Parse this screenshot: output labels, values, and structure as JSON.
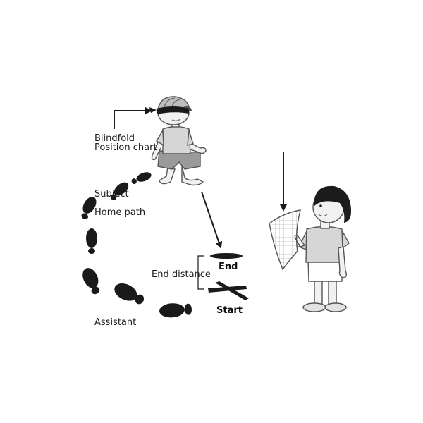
{
  "labels": {
    "blindfold": "Blindfold",
    "position_chart": "Position chart",
    "subject": "Subject",
    "home_path": "Home path",
    "end_distance": "End distance",
    "end": "End",
    "start": "Start",
    "assistant": "Assistant"
  },
  "colors": {
    "ink": "#1a1a1a",
    "shirt_light": "#d6d6d6",
    "shorts_dark": "#9a9a9a",
    "skin": "#f1f1f1",
    "hair": "#1c1c1c"
  },
  "icons": [
    "footprint-icon",
    "blindfold-icon",
    "cross-mark-icon",
    "chart-sheet-icon"
  ]
}
